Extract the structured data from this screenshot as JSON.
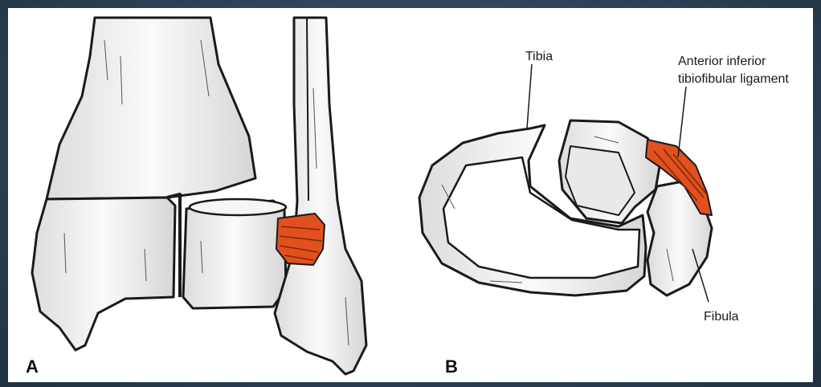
{
  "panels": {
    "a": "A",
    "b": "B"
  },
  "labels": {
    "tibia": "Tibia",
    "ligament_line1": "Anterior inferior",
    "ligament_line2": "tibiofibular ligament",
    "fibula": "Fibula"
  },
  "colors": {
    "frame": "#2e4459",
    "bone_fill": "#f1f1f1",
    "outline": "#1a1a1a",
    "ligament": "#e2501e"
  }
}
